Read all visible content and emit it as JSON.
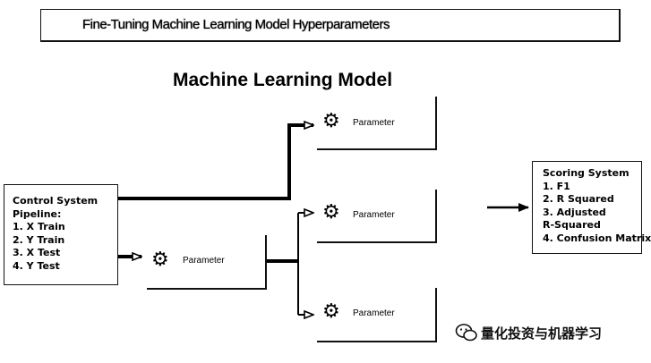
{
  "banner": {
    "title": "Fine-Tuning Machine Learning Model Hyperparameters"
  },
  "model": {
    "title": "Machine Learning Model"
  },
  "control": {
    "lines": [
      "Control System",
      "Pipeline:",
      "1. X Train",
      "2. Y Train",
      "3. X Test",
      "4. Y Test"
    ]
  },
  "parameters": [
    {
      "label": "Parameter"
    },
    {
      "label": "Parameter"
    },
    {
      "label": "Parameter"
    },
    {
      "label": "Parameter"
    }
  ],
  "scoring": {
    "lines": [
      "Scoring System",
      "1. F1",
      "2. R Squared",
      "3. Adjusted",
      "R-Squared",
      "4. Confusion Matrix"
    ]
  },
  "watermark": {
    "text": "量化投资与机器学习"
  },
  "icons": {
    "gear": "gear-icon",
    "wechat": "wechat-icon"
  }
}
